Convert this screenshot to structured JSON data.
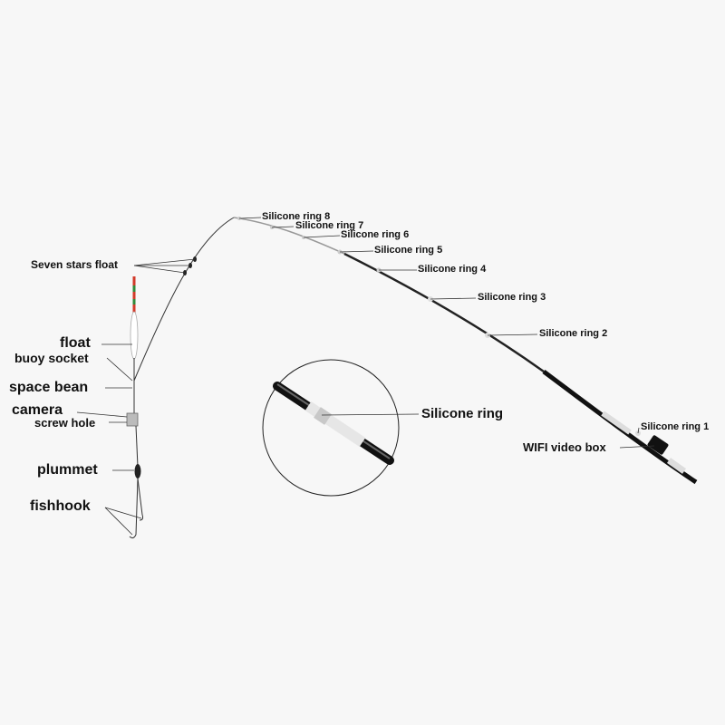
{
  "rod_labels": {
    "ring8": "Silicone ring 8",
    "ring7": "Silicone ring 7",
    "ring6": "Silicone ring 6",
    "ring5": "Silicone ring 5",
    "ring4": "Silicone ring 4",
    "ring3": "Silicone ring 3",
    "ring2": "Silicone ring 2",
    "ring1": "Silicone ring 1",
    "wifi_box": "WIFI video box"
  },
  "rig_labels": {
    "seven_stars_float": "Seven stars float",
    "float": "float",
    "buoy_socket": "buoy socket",
    "space_bean": "space bean",
    "camera": "camera",
    "screw_hole": "screw hole",
    "plummet": "plummet",
    "fishhook": "fishhook"
  },
  "detail": {
    "label": "Silicone ring"
  },
  "colors": {
    "background": "#f7f7f7",
    "rod": "#111111",
    "leader": "#222222",
    "ring": "#d8d8d8",
    "float_red": "#d23a2a",
    "float_green": "#2f8a3a"
  }
}
